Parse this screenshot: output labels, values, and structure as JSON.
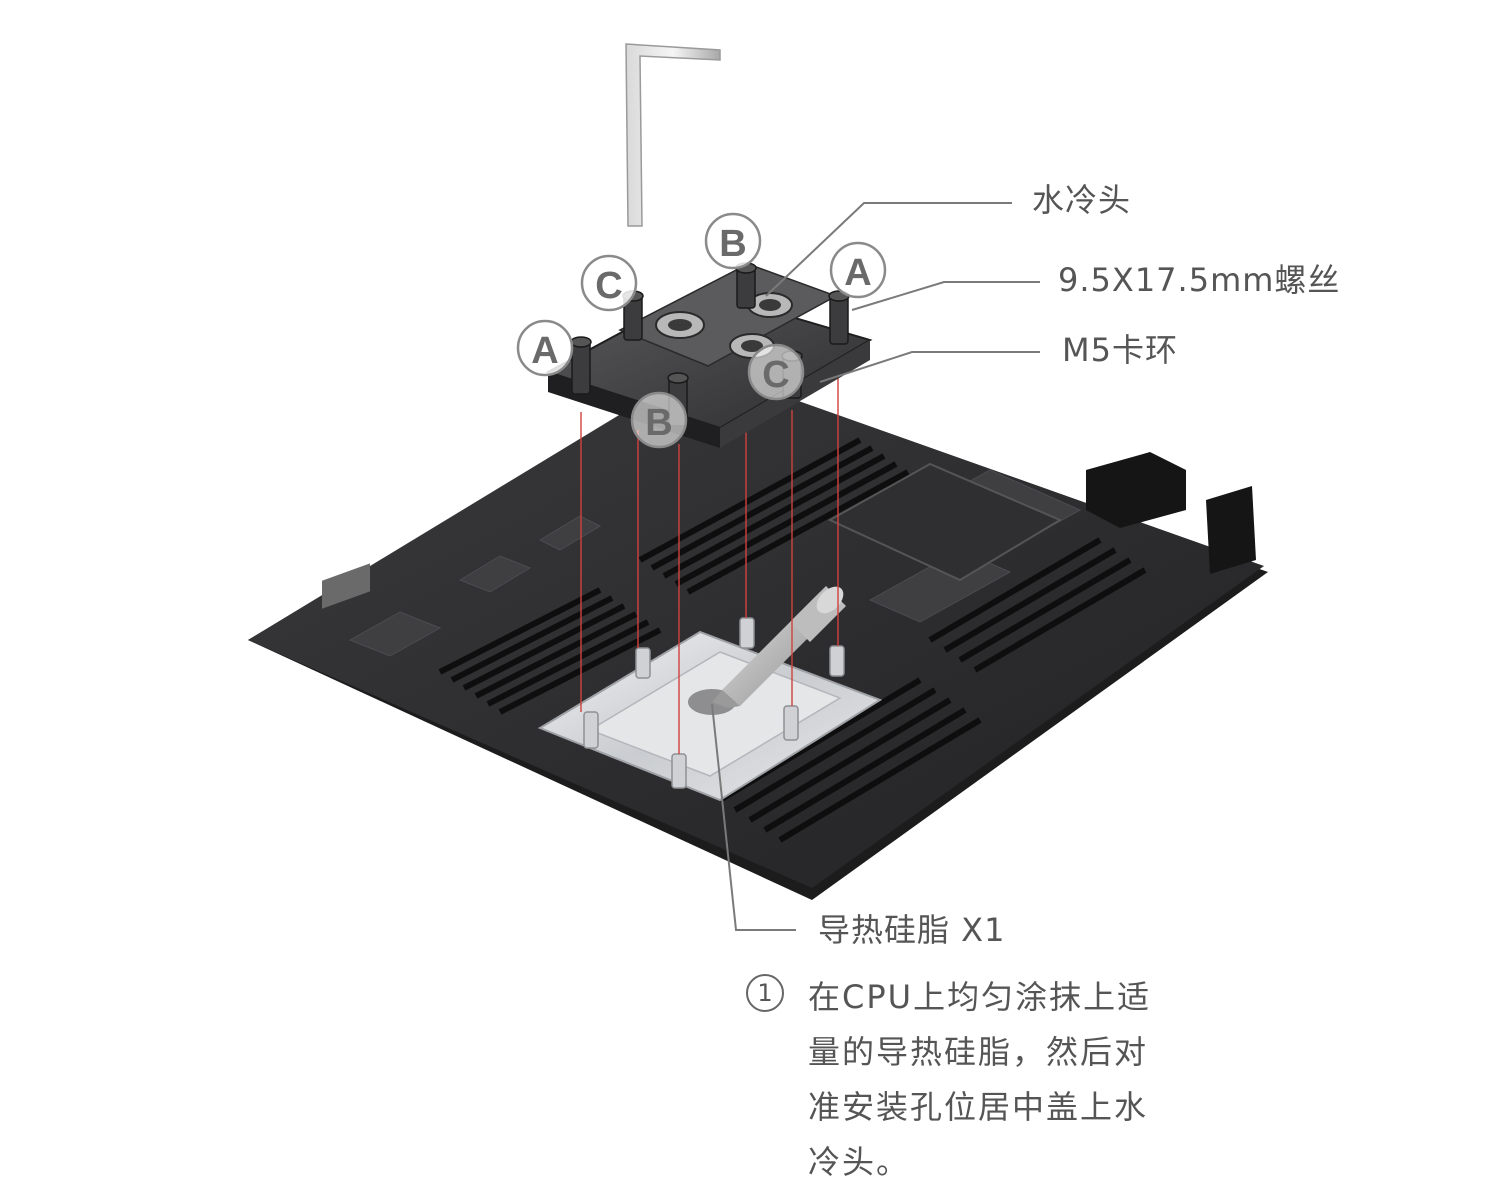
{
  "labels": {
    "water_block": "水冷头",
    "screw": "9.5X17.5mm螺丝",
    "ring": "M5卡环",
    "paste": "导热硅脂 X1"
  },
  "callouts": {
    "a": "A",
    "b": "B",
    "c": "C"
  },
  "step": {
    "number": "1",
    "text": "在CPU上均匀涂抹上适量的导热硅脂，然后对准安装孔位居中盖上水冷头。"
  },
  "colors": {
    "board": "#2b2b2d",
    "pcb_edge": "#1a1a1a",
    "socket": "#d7d9dc",
    "leader": "#7a7a7a",
    "guide": "#d0423f",
    "text": "#555555"
  }
}
